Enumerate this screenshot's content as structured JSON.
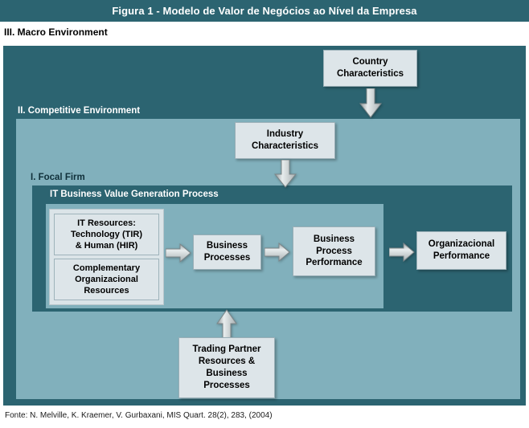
{
  "figure": {
    "title": "Figura 1 - Modelo de Valor de Negócios ao Nível da Empresa",
    "source": "Fonte: N. Melville, K. Kraemer, V. Gurbaxani, MIS Quart. 28(2), 283, (2004)"
  },
  "layers": {
    "macro_label": "III. Macro Environment",
    "competitive_label": "II. Competitive Environment",
    "focal_label": "I. Focal Firm",
    "process_label": "IT Business Value Generation Process"
  },
  "nodes": {
    "country": "Country\nCharacteristics",
    "country_line1": "Country",
    "country_line2": "Characteristics",
    "industry_line1": "Industry",
    "industry_line2": "Characteristics",
    "it_resources_line1": "IT Resources:",
    "it_resources_line2": "Technology (TIR)",
    "it_resources_line3": "& Human (HIR)",
    "complementary_line1": "Complementary",
    "complementary_line2": "Organizacional",
    "complementary_line3": "Resources",
    "business_processes_line1": "Business",
    "business_processes_line2": "Processes",
    "business_process_perf_line1": "Business",
    "business_process_perf_line2": "Process",
    "business_process_perf_line3": "Performance",
    "organizational_perf_line1": "Organizacional",
    "organizational_perf_line2": "Performance",
    "trading_line1": "Trading Partner",
    "trading_line2": "Resources &",
    "trading_line3": "Business",
    "trading_line4": "Processes"
  },
  "arrows": {
    "country_down": "arrow-down",
    "industry_down": "arrow-down",
    "resources_to_processes": "arrow-right",
    "processes_to_performance": "arrow-right",
    "performance_to_org": "arrow-right",
    "trading_up": "arrow-up"
  },
  "colors": {
    "title_bar": "#2c6471",
    "macro": "#2c6471",
    "competitive": "#81b0bc",
    "focal": "#2c6471",
    "process": "#81b0bc",
    "node_fill": "#dde5e9",
    "arrow_fill": "#c9cfd1"
  }
}
